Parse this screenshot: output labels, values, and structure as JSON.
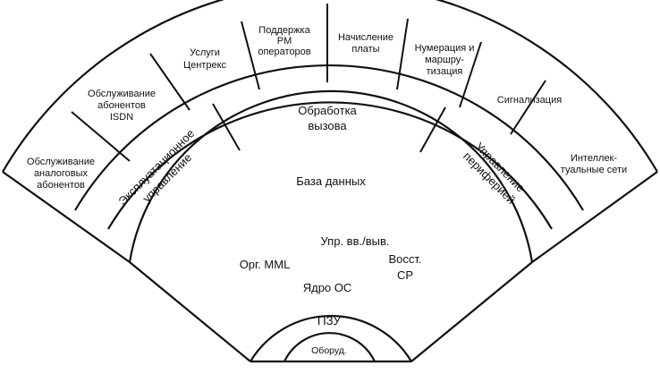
{
  "outer_segments": [
    [
      "Обслуживание",
      "аналоговых",
      "абонентов"
    ],
    [
      "Обслуживание",
      "абонентов",
      "ISDN"
    ],
    [
      "Услуги",
      "Центрекс"
    ],
    [
      "Поддержка",
      "PM",
      "операторов"
    ],
    [
      "Начисление",
      "платы"
    ],
    [
      "Нумерация и",
      "маршру-",
      "тизация"
    ],
    [
      "Сигнализация"
    ],
    [
      "Интеллек-",
      "туальные сети"
    ]
  ],
  "middle_ring": {
    "left": [
      "Эксплуатационное",
      "управление"
    ],
    "center": [
      "Обработка",
      "вызова"
    ],
    "right": [
      "Управление",
      "периферией"
    ]
  },
  "database": "База данных",
  "os_kernel": {
    "io": "Упр. вв./выв.",
    "mml": "Орг. MML",
    "recovery": [
      "Восст.",
      "CP"
    ],
    "kernel": "Ядро ОС"
  },
  "rom": "ПЗУ",
  "hardware": "Оборуд."
}
